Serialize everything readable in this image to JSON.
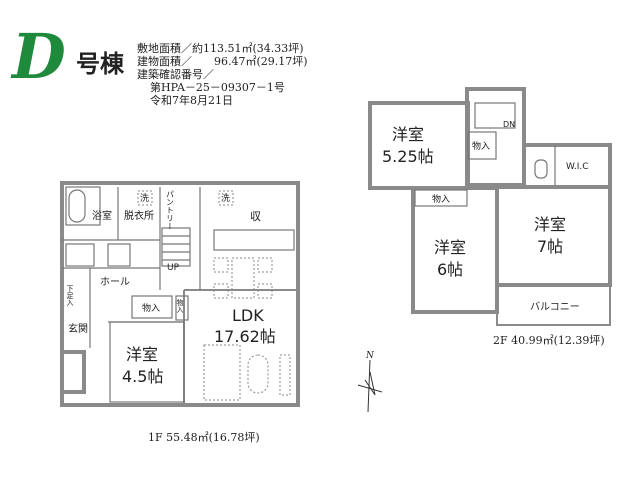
{
  "header": {
    "logo_letter": "D",
    "building": "号棟",
    "site_area": "敷地面積／約113.51㎡(34.33坪)",
    "building_area": "建物面積／　　96.47㎡(29.17坪)",
    "permit_label": "建築確認番号／",
    "permit_number": "第HPA－25－09307－1号",
    "permit_date": "令和7年8月21日"
  },
  "colors": {
    "logo_green": "#1f8a3c",
    "wall": "#8a8a8a"
  },
  "floor1": {
    "area_label": "1F  55.48㎡(16.78坪)",
    "rooms": {
      "bath": "浴室",
      "dressing": "脱衣所",
      "wash1": "洗",
      "pantry": "パントリー",
      "wash2": "洗",
      "storage": "収",
      "up": "UP",
      "hall": "ホール",
      "shoe": "下足入",
      "closet1": "物入",
      "closet2": "物入",
      "entrance": "玄関",
      "room_name": "洋室",
      "room_size": "4.5帖",
      "ldk_name": "LDK",
      "ldk_size": "17.62帖"
    }
  },
  "floor2": {
    "area_label": "2F  40.99㎡(12.39坪)",
    "rooms": {
      "room1_name": "洋室",
      "room1_size": "5.25帖",
      "dn": "DN",
      "closet1": "物入",
      "wic": "W.I.C",
      "closet2": "物入",
      "room2_name": "洋室",
      "room2_size": "6帖",
      "room3_name": "洋室",
      "room3_size": "7帖",
      "balcony": "バルコニー"
    }
  },
  "compass": {
    "north": "N",
    "icon": "north-arrow-icon"
  }
}
